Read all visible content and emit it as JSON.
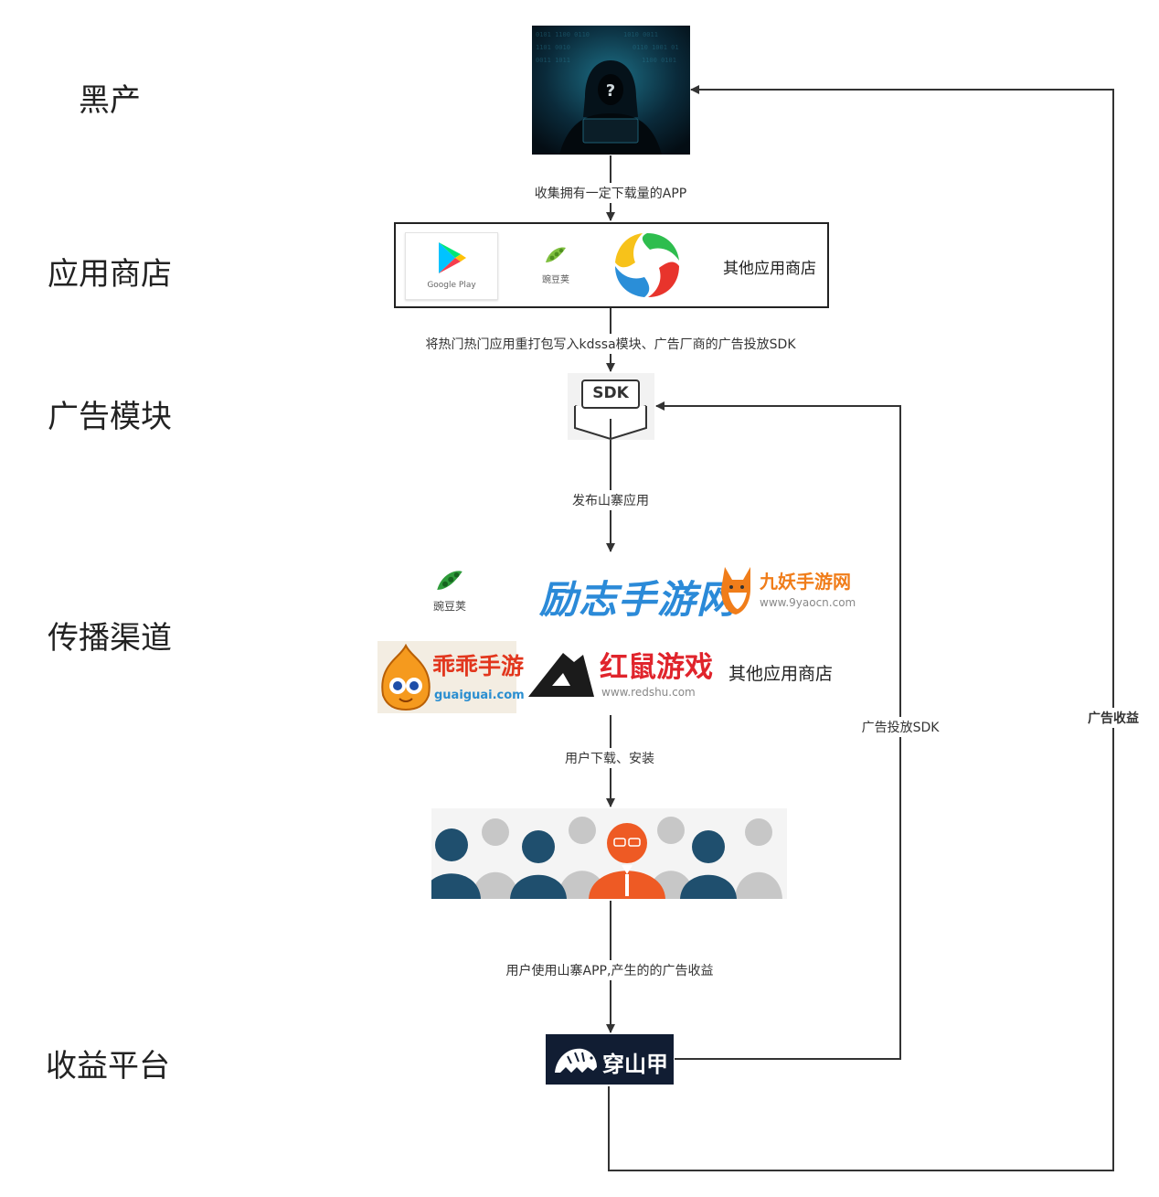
{
  "stages": {
    "black_industry": "黑产",
    "app_store": "应用商店",
    "ad_module": "广告模块",
    "channels": "传播渠道",
    "revenue_platform": "收益平台"
  },
  "edges": {
    "collect_apps": "收集拥有一定下载量的APP",
    "repack": "将热门热门应用重打包写入kdssa模块、广告厂商的广告投放SDK",
    "publish": "发布山寨应用",
    "download": "用户下载、安装",
    "use_app": "用户使用山寨APP,产生的的广告收益",
    "ad_sdk": "广告投放SDK",
    "ad_revenue": "广告收益"
  },
  "store_box": {
    "google_play": "Google Play",
    "wandoujia": "豌豆荚",
    "other": "其他应用商店"
  },
  "sdk_box": {
    "label": "SDK"
  },
  "channels": {
    "wandoujia": "豌豆荚",
    "lizhi": "励志手游网",
    "jiuyao_name": "九妖手游网",
    "jiuyao_url": "www.9yaocn.com",
    "guaiguai_name": "乖乖手游",
    "guaiguai_url": "guaiguai.com",
    "redshu_name": "红鼠游戏",
    "redshu_url": "www.redshu.com",
    "other": "其他应用商店"
  },
  "platform": {
    "name": "穿山甲"
  },
  "colors": {
    "line": "#333333",
    "lizhi_blue": "#2b8ad8",
    "fox_orange": "#f07d1a",
    "google_green": "#01875f"
  }
}
